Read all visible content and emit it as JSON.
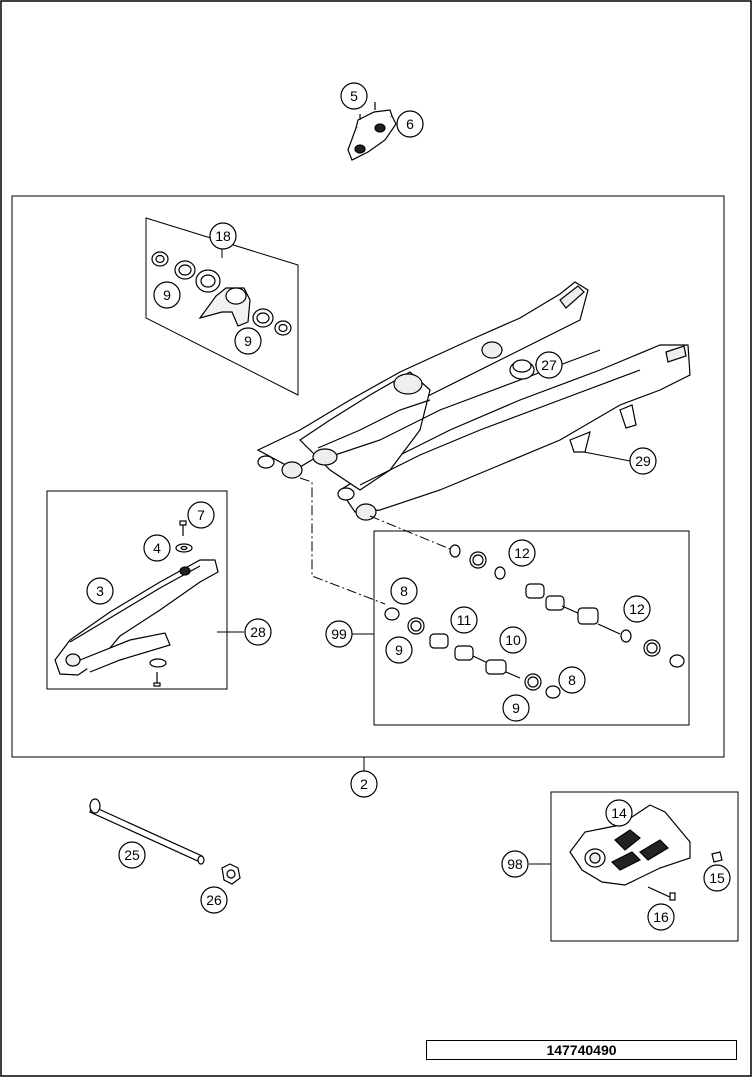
{
  "document_number": "147740490",
  "callouts": [
    {
      "id": "c5",
      "label": "5"
    },
    {
      "id": "c6",
      "label": "6"
    },
    {
      "id": "c18",
      "label": "18"
    },
    {
      "id": "c9a",
      "label": "9"
    },
    {
      "id": "c9b",
      "label": "9"
    },
    {
      "id": "c27",
      "label": "27"
    },
    {
      "id": "c29",
      "label": "29"
    },
    {
      "id": "c7",
      "label": "7"
    },
    {
      "id": "c4",
      "label": "4"
    },
    {
      "id": "c3",
      "label": "3"
    },
    {
      "id": "c28",
      "label": "28"
    },
    {
      "id": "c12a",
      "label": "12"
    },
    {
      "id": "c8a",
      "label": "8"
    },
    {
      "id": "c11",
      "label": "11"
    },
    {
      "id": "c12b",
      "label": "12"
    },
    {
      "id": "c99",
      "label": "99"
    },
    {
      "id": "c9c",
      "label": "9"
    },
    {
      "id": "c10",
      "label": "10"
    },
    {
      "id": "c8b",
      "label": "8"
    },
    {
      "id": "c9d",
      "label": "9"
    },
    {
      "id": "c2",
      "label": "2"
    },
    {
      "id": "c14",
      "label": "14"
    },
    {
      "id": "c25",
      "label": "25"
    },
    {
      "id": "c98",
      "label": "98"
    },
    {
      "id": "c15",
      "label": "15"
    },
    {
      "id": "c26",
      "label": "26"
    },
    {
      "id": "c16",
      "label": "16"
    }
  ]
}
